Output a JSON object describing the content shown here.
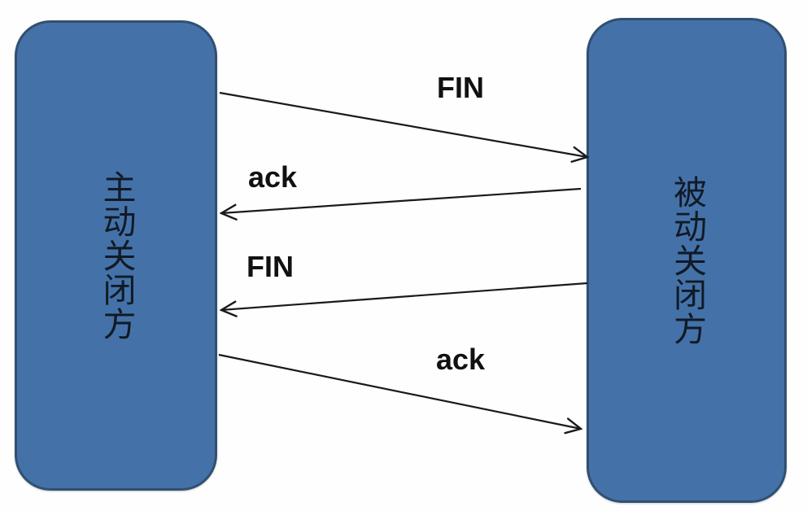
{
  "diagram": {
    "type": "sequence",
    "nodes": [
      {
        "id": "active-closer",
        "label": "主动关闭方"
      },
      {
        "id": "passive-closer",
        "label": "被动关闭方"
      }
    ],
    "messages": [
      {
        "label": "FIN",
        "from": "active-closer",
        "to": "passive-closer"
      },
      {
        "label": "ack",
        "from": "passive-closer",
        "to": "active-closer"
      },
      {
        "label": "FIN",
        "from": "passive-closer",
        "to": "active-closer"
      },
      {
        "label": "ack",
        "from": "active-closer",
        "to": "passive-closer"
      }
    ],
    "colors": {
      "node_fill": "#4472a8",
      "node_border": "#305072",
      "arrow": "#1a1a1a",
      "node_text": "#111a26",
      "label_text": "#111111"
    },
    "background": "#fefefe"
  }
}
